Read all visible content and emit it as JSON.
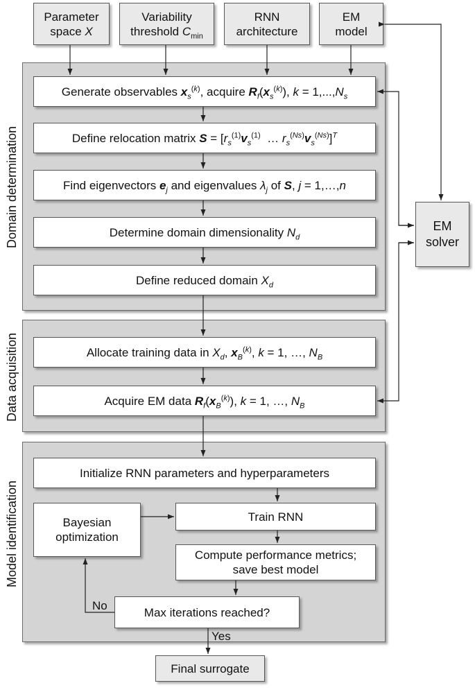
{
  "inputs": {
    "parameter_space": [
      "Parameter",
      "space X"
    ],
    "variability_threshold": [
      "Variability",
      "threshold C",
      "min"
    ],
    "rnn_architecture": [
      "RNN",
      "architecture"
    ],
    "em_model": [
      "EM",
      "model"
    ]
  },
  "em_solver": [
    "EM",
    "solver"
  ],
  "sections": {
    "domain_determination": "Domain determination",
    "data_acquisition": "Data acquisition",
    "model_identification": "Model identification"
  },
  "steps": {
    "generate_observables": "Generate observables xs(k), acquire Rf(xs(k)), k = 1,...,Ns",
    "define_relocation_matrix": "Define relocation matrix S = [rs(1)vs(1) … rs(Ns)vs(Ns)]T",
    "find_eigenvectors": "Find eigenvectors ej and eigenvalues λj of S, j = 1,…,n",
    "determine_dimensionality": "Determine domain dimensionality Nd",
    "define_reduced_domain": "Define reduced domain Xd",
    "allocate_training_data": "Allocate training data in Xd, xB(k), k = 1, …, NB",
    "acquire_em_data": "Acquire EM data Rf(xB(k)), k = 1, …, NB",
    "initialize_rnn": "Initialize RNN parameters and hyperparameters",
    "bayesian_optimization": [
      "Bayesian",
      "optimization"
    ],
    "train_rnn": "Train RNN",
    "compute_metrics": [
      "Compute performance metrics;",
      "save best model"
    ],
    "max_iterations": "Max iterations reached?",
    "final_surrogate": "Final surrogate"
  },
  "decisions": {
    "no": "No",
    "yes": "Yes"
  }
}
